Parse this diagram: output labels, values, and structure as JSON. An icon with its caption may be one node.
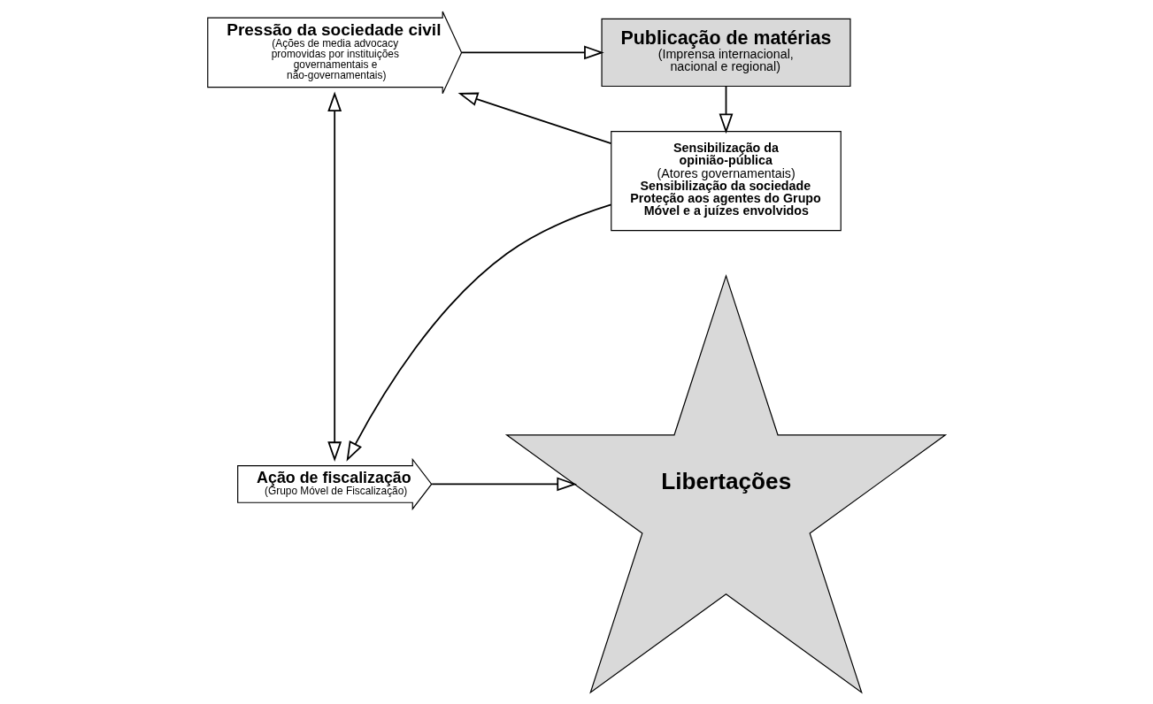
{
  "diagram": {
    "nodes": [
      {
        "text": [
          "Pressão da sociedade civil",
          "(Ações de media advocacy promovidas por instituições governamentais e não-governamentais)"
        ]
      },
      {
        "text": [
          "Publicação de matérias",
          "(Imprensa internacional, nacional e regional)"
        ]
      },
      {
        "text": [
          "Ação de fiscalização",
          "(Grupo Móvel de Fiscalização)"
        ]
      },
      {
        "text": [
          "Libertações"
        ]
      },
      {
        "text": [
          "Sensibilização da opinião-pública",
          "(Atores governamentais)",
          "Sensibilização da sociedade",
          "Proteção aos agentes do Grupo Móvel e a juízes envolvidos"
        ]
      }
    ],
    "edges": [
      {
        "from": 0,
        "to": 1,
        "arrow": "to"
      },
      {
        "from": 1,
        "to": 4,
        "arrow": "to"
      },
      {
        "from": 4,
        "to": 0,
        "arrow": "to"
      },
      {
        "from": 4,
        "to": 2,
        "arrow": "to"
      },
      {
        "from": 0,
        "to": 2,
        "arrow": "both"
      },
      {
        "from": 2,
        "to": 3,
        "arrow": "to"
      }
    ]
  }
}
